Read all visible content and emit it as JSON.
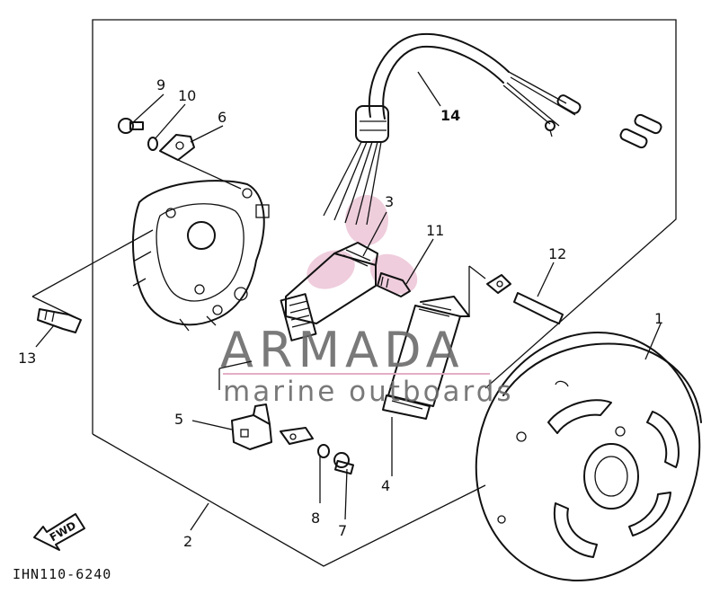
{
  "callouts": {
    "p1": "1",
    "p2": "2",
    "p3": "3",
    "p4": "4",
    "p5": "5",
    "p6": "6",
    "p7": "7",
    "p8": "8",
    "p9": "9",
    "p10": "10",
    "p11": "11",
    "p12": "12",
    "p13": "13",
    "p14": "14"
  },
  "drawing_code": "IHN110-6240",
  "fwd_label": "FWD",
  "watermark": {
    "brand": "ARMADA",
    "tagline": "marine outboards",
    "logo_color": "#e2a6c0",
    "text_color": "#6b6b6b"
  }
}
